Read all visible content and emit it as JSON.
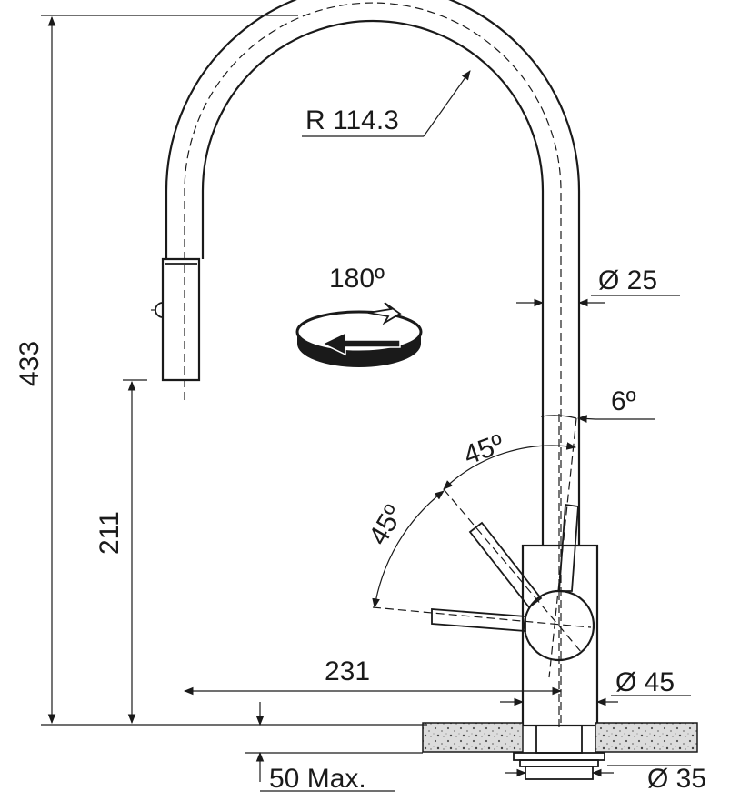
{
  "dimensions": {
    "radius": "R 114.3",
    "swivel": "180º",
    "spout_diameter": "Ø 25",
    "tilt": "6º",
    "lever_angle_upper": "45º",
    "lever_angle_lower": "45º",
    "total_height": "433",
    "outlet_height": "211",
    "reach": "231",
    "body_diameter": "Ø 45",
    "worktop_thickness": "50 Max.",
    "hole_diameter": "Ø 35"
  },
  "colors": {
    "line": "#1a1a1a",
    "granite": "#d9d9d9"
  }
}
